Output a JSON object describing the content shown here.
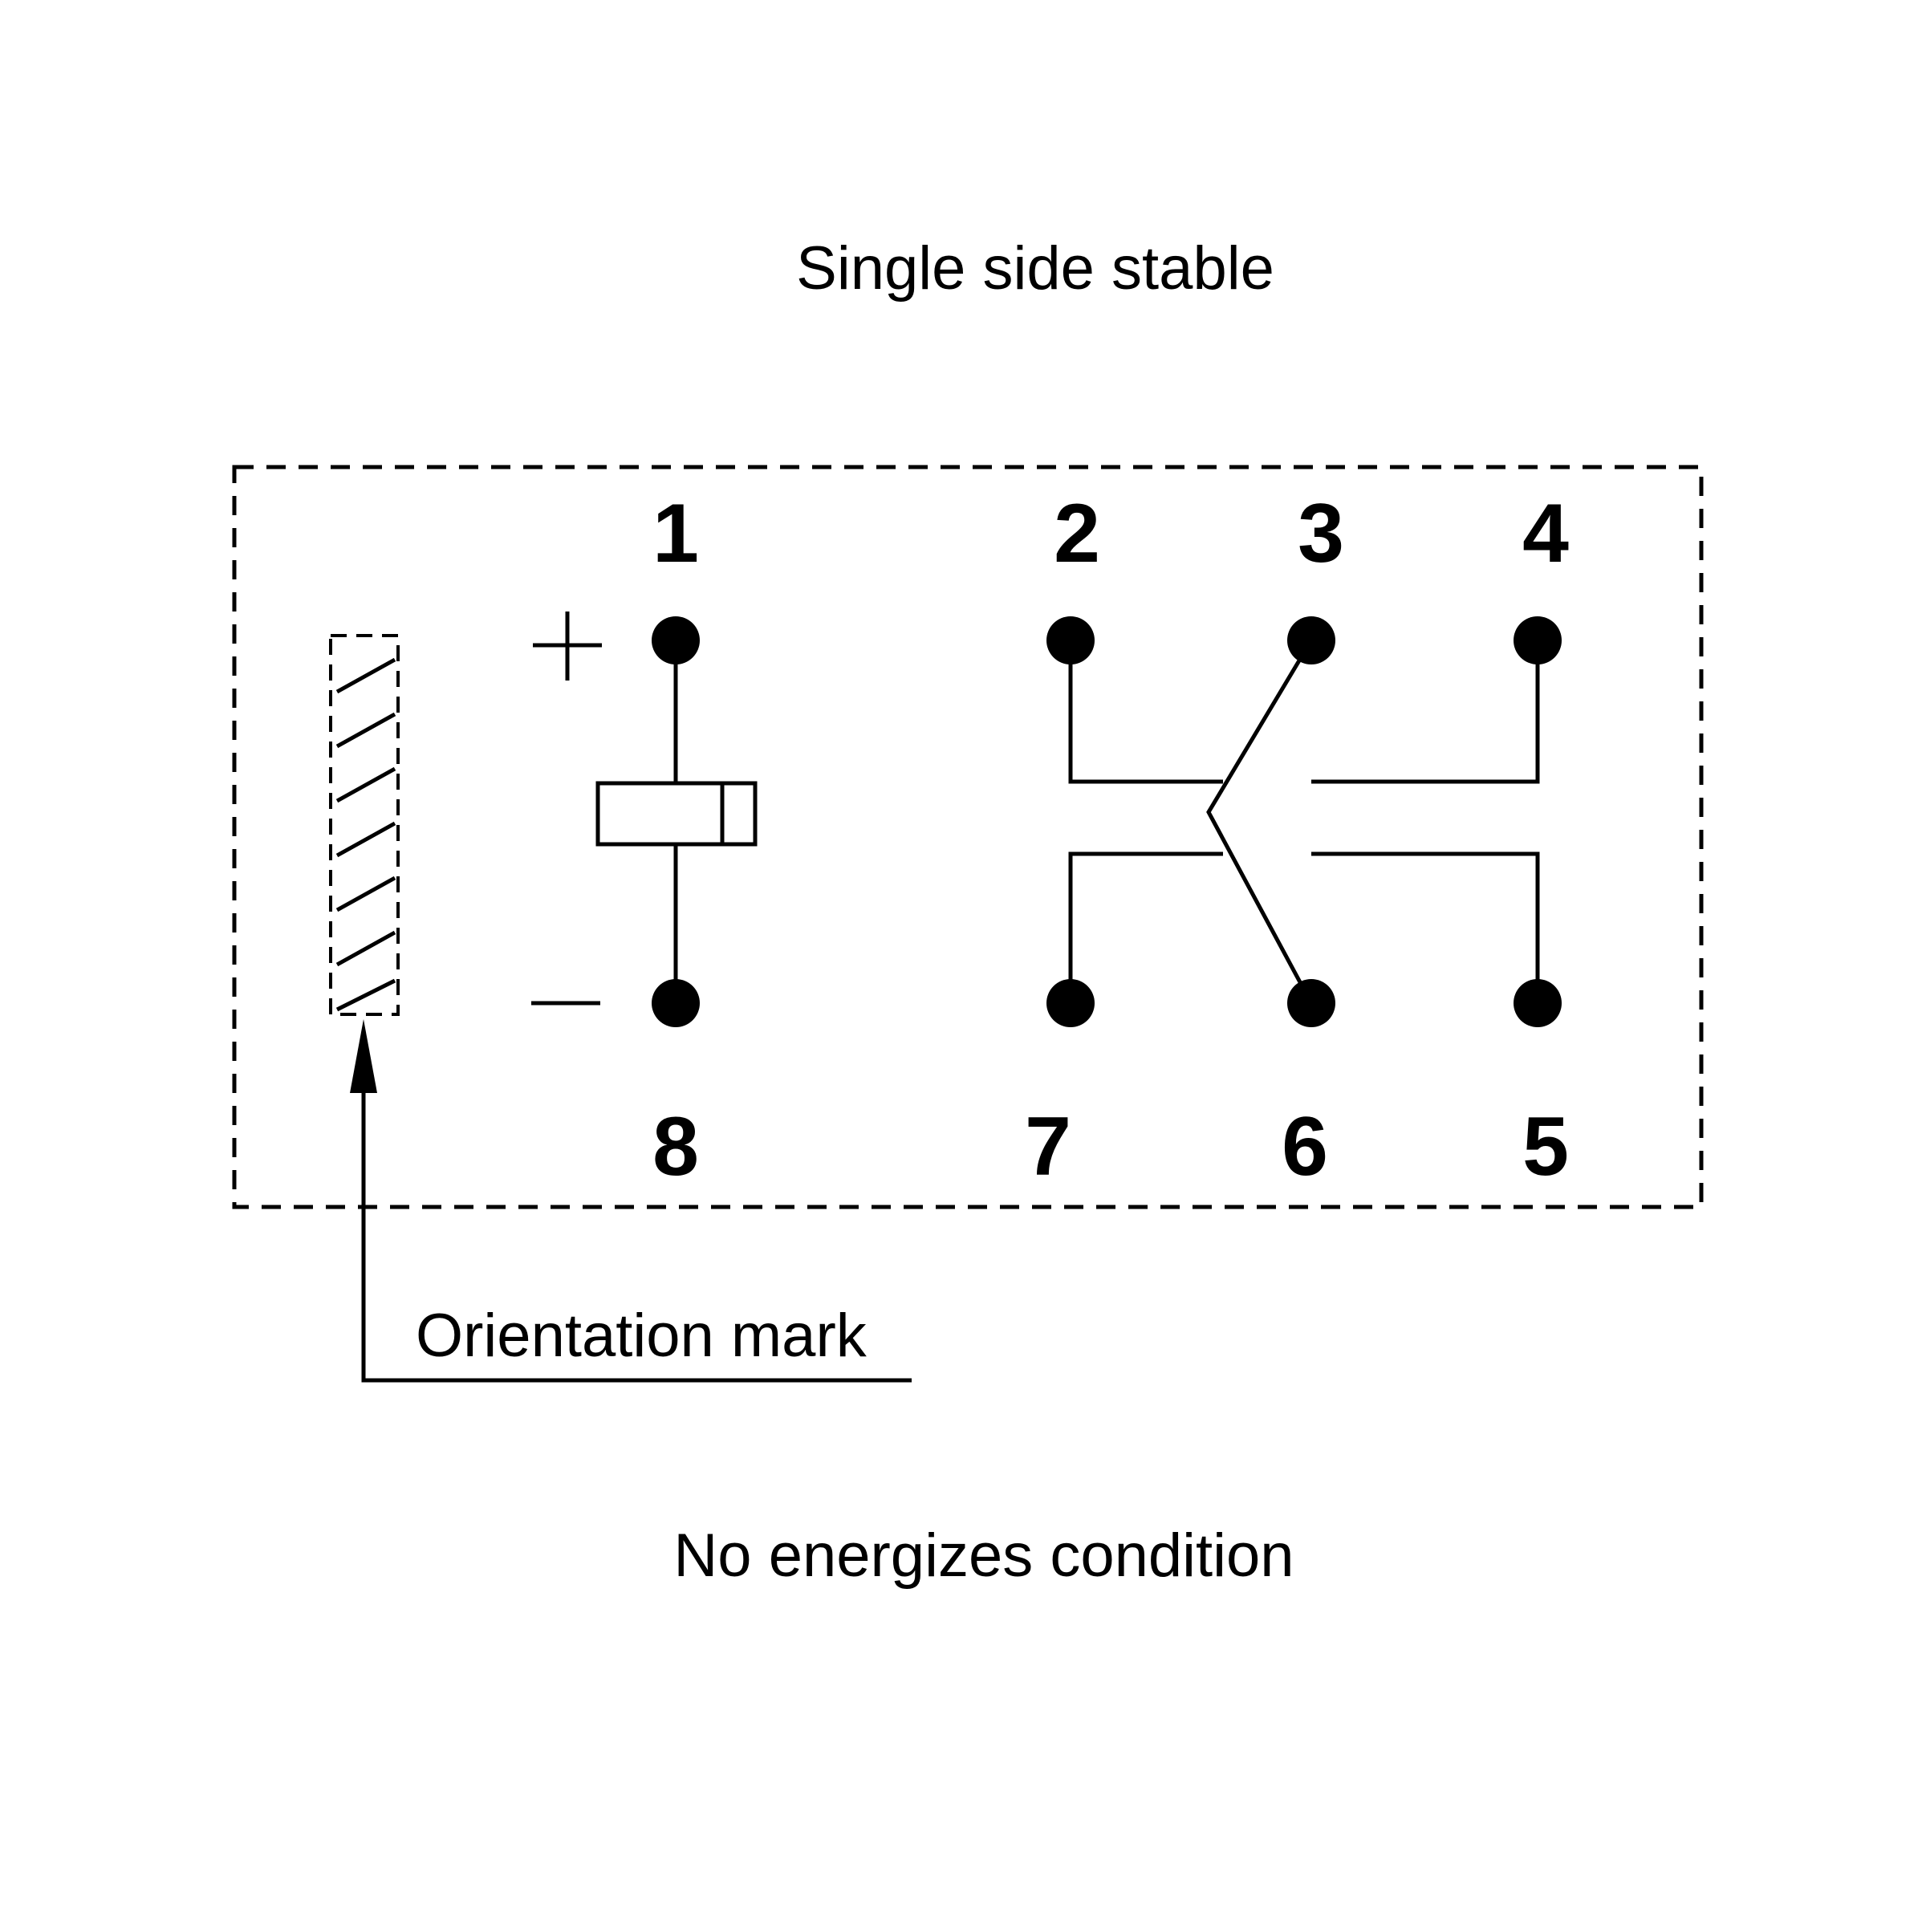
{
  "title": "Single side stable",
  "caption": "No energizes condition",
  "orientation_label": "Orientation mark",
  "polarity": {
    "plus": "+",
    "minus": "—"
  },
  "pins": {
    "p1": "1",
    "p2": "2",
    "p3": "3",
    "p4": "4",
    "p5": "5",
    "p6": "6",
    "p7": "7",
    "p8": "8"
  },
  "colors": {
    "line": "#000000",
    "background": "#ffffff"
  }
}
